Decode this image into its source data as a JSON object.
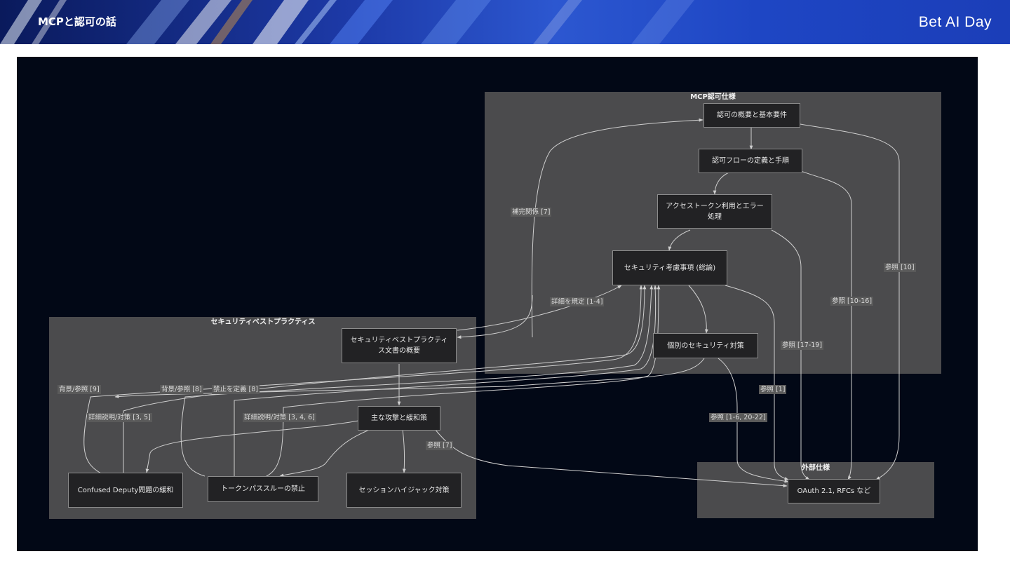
{
  "header": {
    "title": "MCPと認可の話",
    "brand": "Bet AI Day"
  },
  "diagram": {
    "groups": {
      "mcp": "MCP認可仕様",
      "security": "セキュリティベストプラクティス",
      "external": "外部仕様"
    },
    "nodes": {
      "auth_overview": "認可の概要と基本要件",
      "auth_flow": "認可フローの定義と手順",
      "access_token": "アクセストークン利用とエラー処理",
      "security_general": "セキュリティ考慮事項 (総論)",
      "individual_security": "個別のセキュリティ対策",
      "bp_overview": "セキュリティベストプラクティス文書の概要",
      "attacks": "主な攻撃と緩和策",
      "confused_deputy": "Confused Deputy問題の緩和",
      "token_passthrough": "トークンパススルーの禁止",
      "session_hijack": "セッションハイジャック対策",
      "oauth": "OAuth 2.1, RFCs など"
    },
    "edge_labels": {
      "complement": "補完関係 [7]",
      "detail_spec": "詳細を規定 [1-4]",
      "ref10": "参照 [10]",
      "ref10_16": "参照 [10-16]",
      "ref17_19": "参照 [17-19]",
      "ref1": "参照 [1]",
      "ref1_6_20_22": "参照 [1-6, 20-22]",
      "ref7": "参照 [7]",
      "bg9": "背景/参照 [9]",
      "bg8": "背景/参照 [8]",
      "prohibit8": "禁止を定義 [8]",
      "detail35": "詳細説明/対策 [3, 5]",
      "detail346": "詳細説明/対策 [3, 4, 6]"
    }
  }
}
